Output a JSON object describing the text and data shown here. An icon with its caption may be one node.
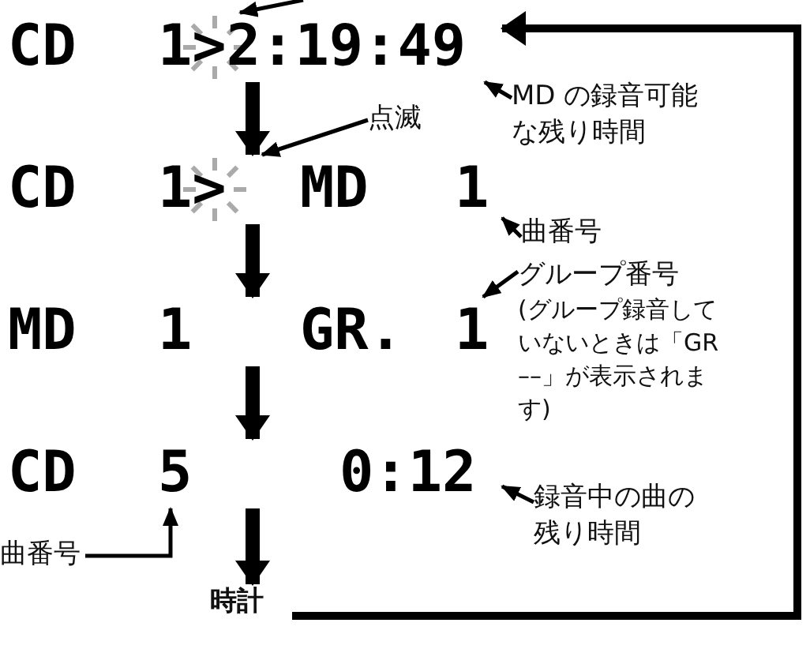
{
  "diagram": {
    "nodes": [
      {
        "text": [
          "CD",
          "1>2:19:49"
        ]
      },
      {
        "text": [
          "CD",
          "1>",
          "MD",
          "1"
        ]
      },
      {
        "text": [
          "MD",
          "1",
          "GR.",
          "1"
        ]
      },
      {
        "text": [
          "CD",
          "5",
          "0:12"
        ]
      },
      {
        "text": [
          "時計"
        ]
      },
      {
        "text": [
          "点滅"
        ]
      },
      {
        "text": [
          "MD の録音可能な残り時間"
        ]
      },
      {
        "text": [
          "曲番号"
        ]
      },
      {
        "text": [
          "グループ番号",
          "(グループ録音していないときは「GR ––」が表示されます)"
        ]
      },
      {
        "text": [
          "録音中の曲の残り時間"
        ]
      },
      {
        "text": [
          "曲番号"
        ]
      }
    ],
    "edges": [
      {
        "from": null,
        "to": 0,
        "arrow": "to"
      },
      {
        "from": 0,
        "to": 1,
        "arrow": "to",
        "style": "thick"
      },
      {
        "from": 1,
        "to": 2,
        "arrow": "to",
        "style": "thick"
      },
      {
        "from": 2,
        "to": 3,
        "arrow": "to",
        "style": "thick"
      },
      {
        "from": 3,
        "to": 4,
        "arrow": "to",
        "style": "thick"
      },
      {
        "from": 4,
        "to": 0,
        "arrow": "to",
        "style": "thick"
      },
      {
        "from": 5,
        "to": 1,
        "arrow": "to"
      },
      {
        "from": 6,
        "to": 0,
        "arrow": "to"
      },
      {
        "from": 7,
        "to": 1,
        "arrow": "to"
      },
      {
        "from": 8,
        "to": 2,
        "arrow": "to"
      },
      {
        "from": 9,
        "to": 3,
        "arrow": "to"
      },
      {
        "from": 10,
        "to": 3,
        "arrow": "to"
      }
    ]
  }
}
